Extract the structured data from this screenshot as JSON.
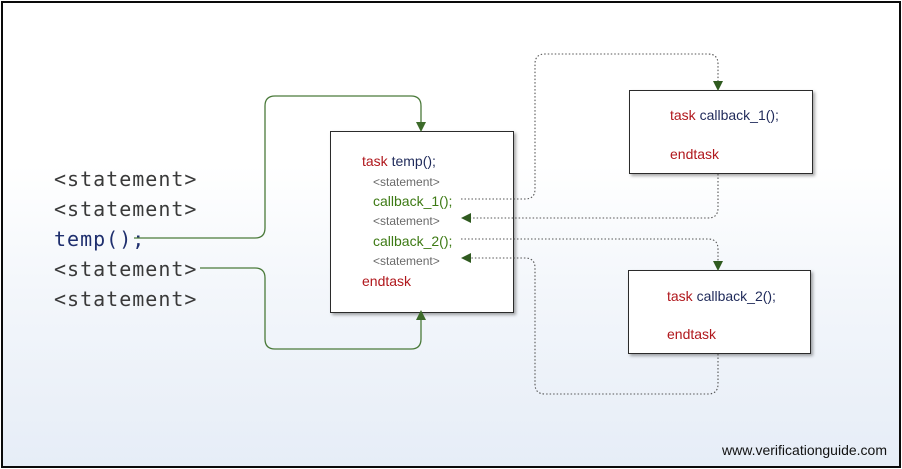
{
  "caller_lines": [
    {
      "text": "<statement>",
      "kind": "statement"
    },
    {
      "text": "<statement>",
      "kind": "statement"
    },
    {
      "text": "temp();",
      "kind": "call"
    },
    {
      "text": "<statement>",
      "kind": "statement"
    },
    {
      "text": "<statement>",
      "kind": "statement"
    }
  ],
  "temp_task": {
    "task_keyword": "task",
    "task_name": "temp();",
    "statement_1": "<statement>",
    "callback_1_call": "callback_1();",
    "statement_2": "<statement>",
    "callback_2_call": "callback_2();",
    "statement_3": "<statement>",
    "endtask": "endtask"
  },
  "callback_1_task": {
    "task_keyword": "task",
    "task_name": "callback_1();",
    "endtask": "endtask"
  },
  "callback_2_task": {
    "task_keyword": "task",
    "task_name": "callback_2();",
    "endtask": "endtask"
  },
  "watermark": "www.verificationguide.com",
  "colors": {
    "keyword_red": "#b0171c",
    "call_green": "#3d7a14",
    "call_arrow_green": "#3d6b2a",
    "name_navy": "#1f2a5a",
    "statement_grey": "#6a6a6a"
  }
}
